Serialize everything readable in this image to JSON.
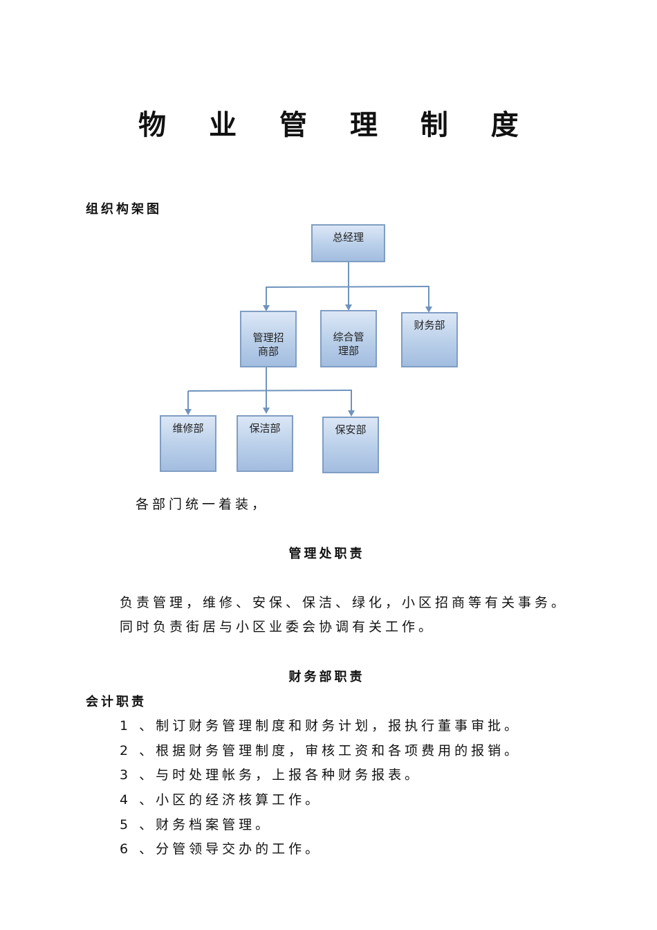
{
  "title": "物 业 管 理 制 度",
  "org_section_label": "组织构架图",
  "org_chart": {
    "root": "总经理",
    "level1": [
      "管理招\n商部",
      "综合管\n理部",
      "财务部"
    ],
    "level2": [
      "维修部",
      "保洁部",
      "保安部"
    ]
  },
  "uniform_note": "各部门统一着装，",
  "mgmt_heading": "管理处职责",
  "mgmt_text_line1": "负责管理，维修、安保、保洁、绿化，小区招商等有关事务。",
  "mgmt_text_line2": "同时负责街居与小区业委会协调有关工作。",
  "finance_heading": "财务部职责",
  "accounting_label": "会计职责",
  "accounting_duties": [
    "1 、制订财务管理制度和财务计划，报执行董事审批。",
    "2 、根据财务管理制度，审核工资和各项费用的报销。",
    "3 、与时处理帐务，上报各种财务报表。",
    "4 、小区的经济核算工作。",
    "5 、财务档案管理。",
    "6 、分管领导交办的工作。"
  ],
  "colors": {
    "box_border": "#7f9dc3",
    "box_fill": "#b9cfe9",
    "connector": "#6f93bd"
  }
}
